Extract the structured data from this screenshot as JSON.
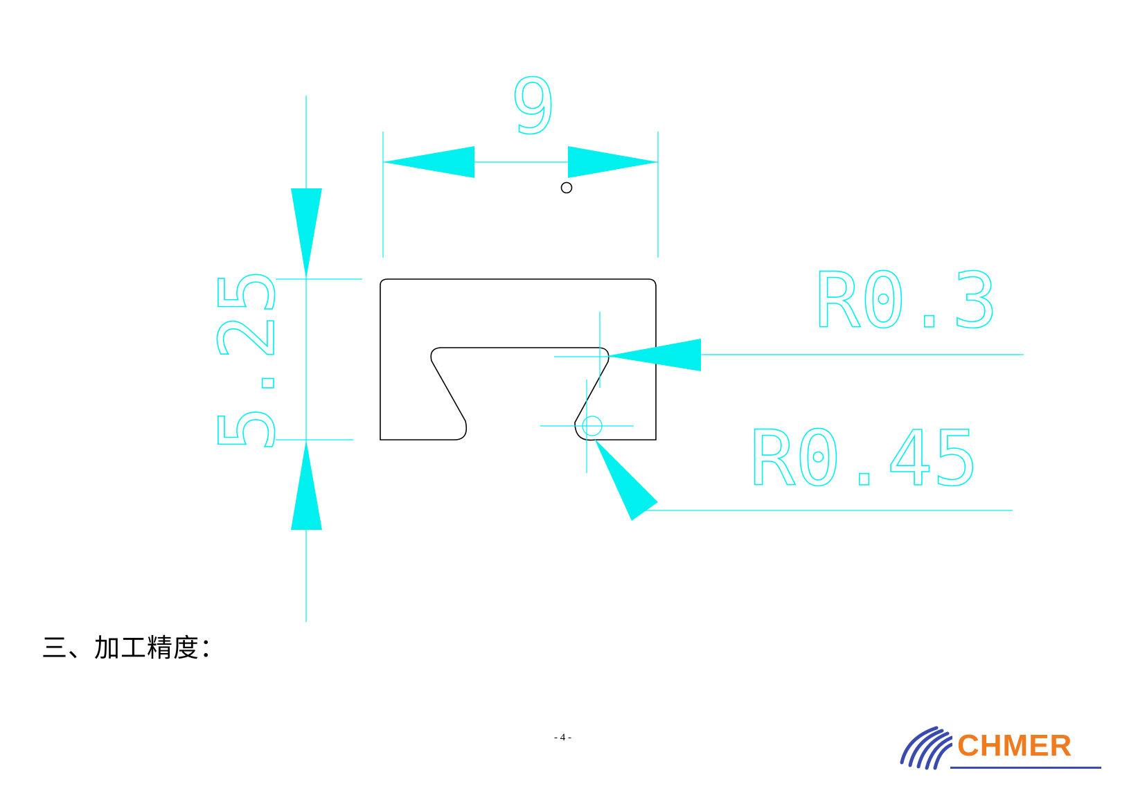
{
  "colors": {
    "dimension": "#00f0f0",
    "outline": "#000000",
    "logo_text": "#f07a1e",
    "logo_mark": "#3a4bb0"
  },
  "drawing": {
    "width_dimension": "9",
    "height_dimension": "5.25",
    "radius_callout_upper": "R0.3",
    "radius_callout_lower": "R0.45"
  },
  "section_heading": "三、加工精度：",
  "page_number": "- 4 -",
  "logo": {
    "text": "CHMER"
  }
}
